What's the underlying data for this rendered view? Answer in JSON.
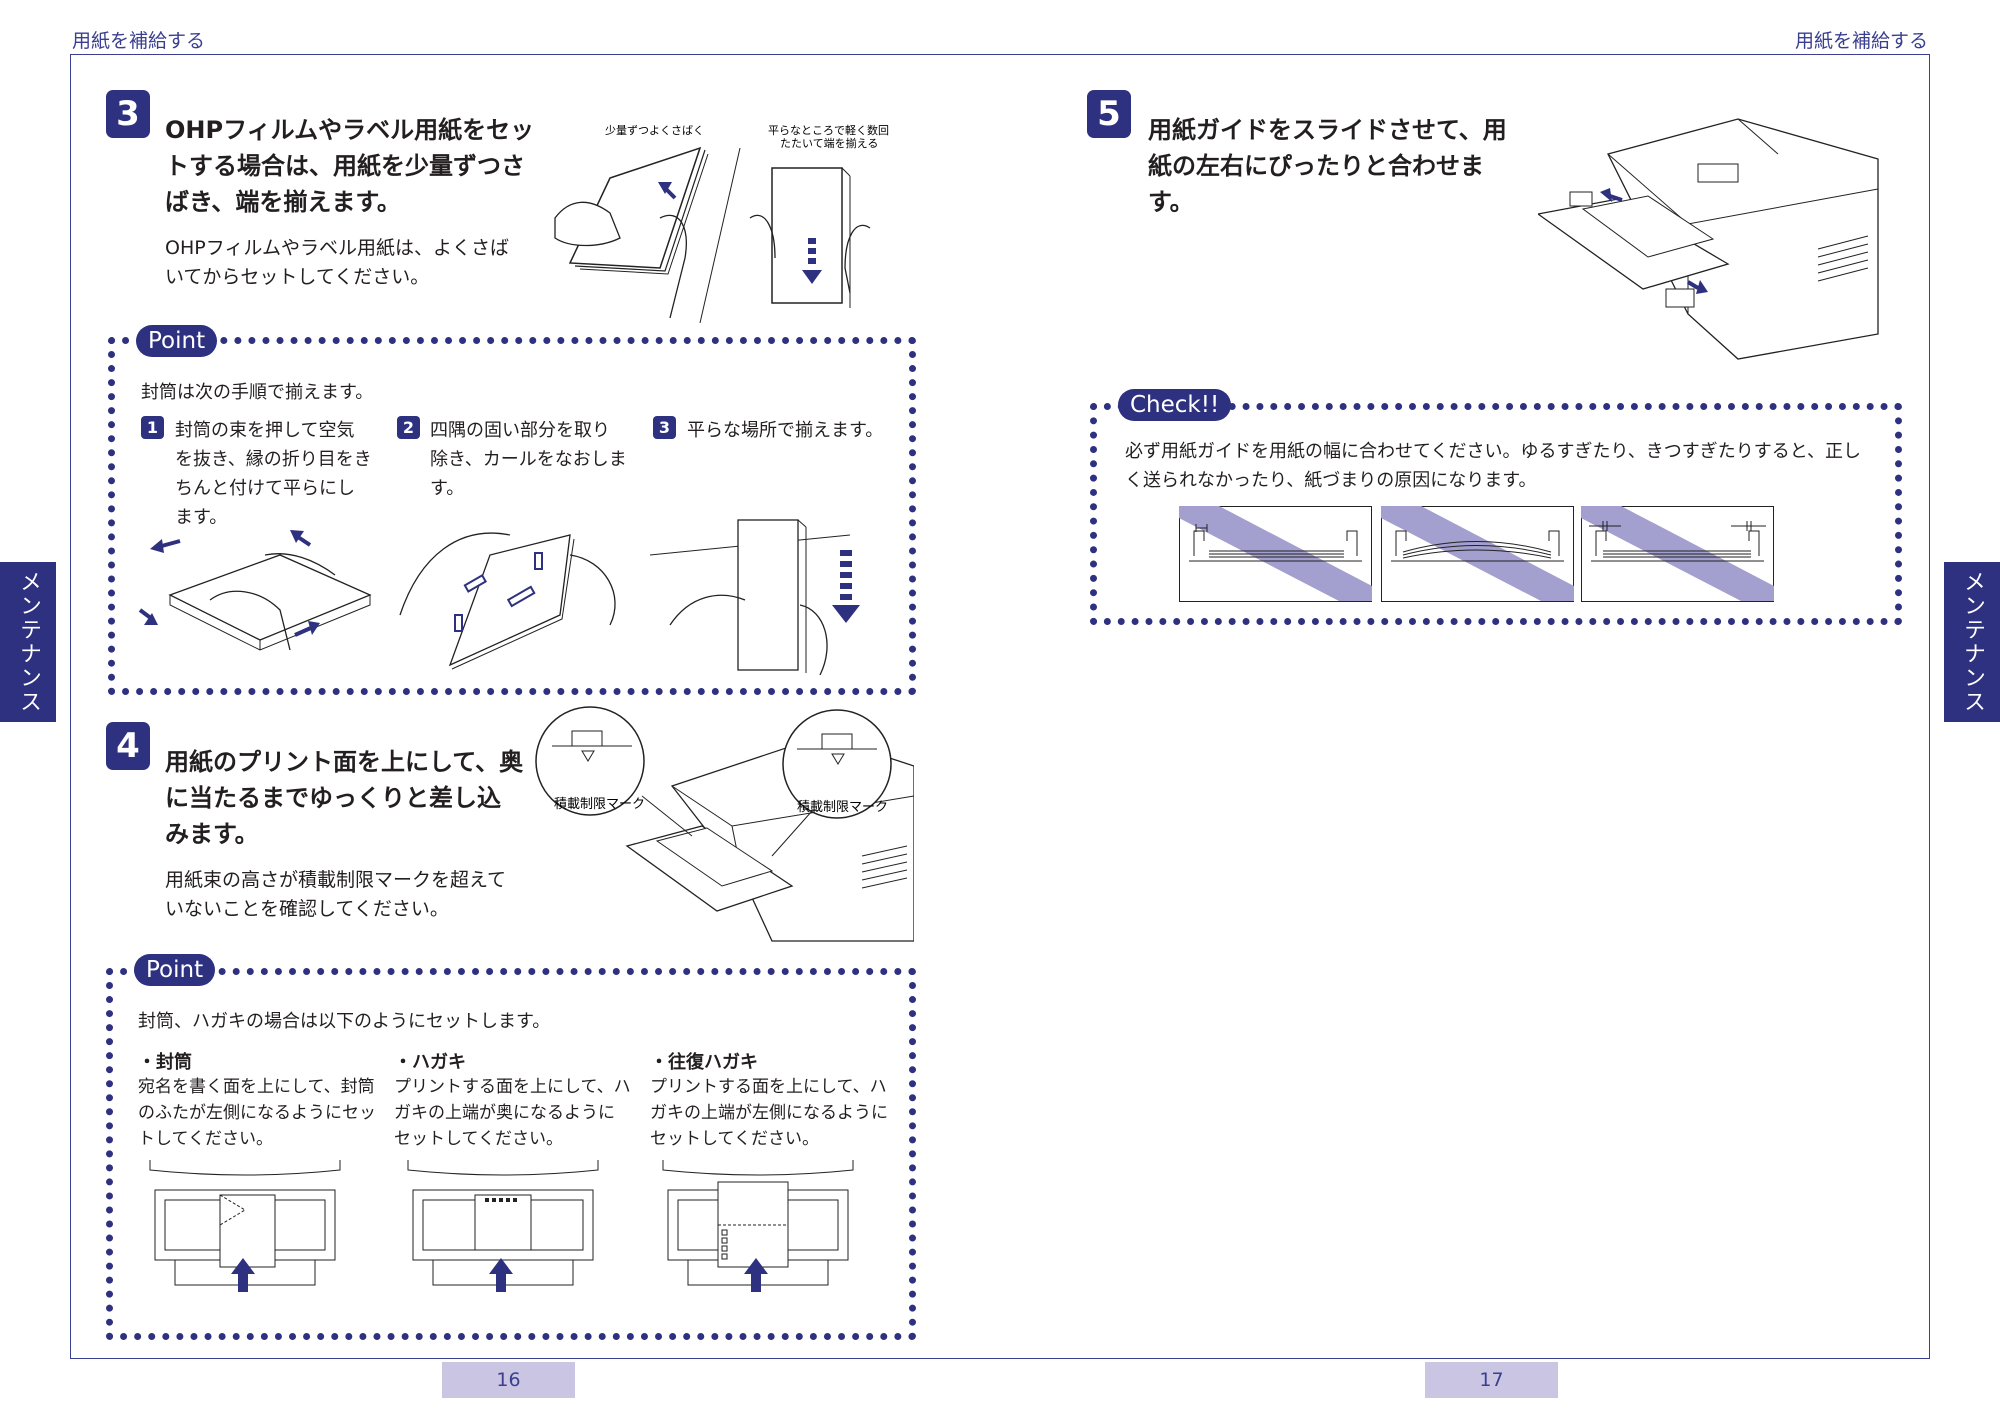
{
  "header": {
    "left": "用紙を補給する",
    "right": "用紙を補給する"
  },
  "side_tab": {
    "left": "メンテナンス",
    "right": "メンテナンス"
  },
  "page_numbers": {
    "left": "16",
    "right": "17"
  },
  "step3": {
    "number": "3",
    "title_lines": [
      "OHPフィルムやラベル用紙をセッ",
      "トする場合は、用紙を少量ずつさ",
      "ばき、端を揃えます。"
    ],
    "sub_lines": [
      "OHPフィルムやラベル用紙は、よくさば",
      "いてからセットしてください。"
    ],
    "fig_captions": [
      "少量ずつよくさばく",
      "平らなところで軽く数回",
      "たたいて端を揃える"
    ]
  },
  "point1": {
    "badge": "Point",
    "intro": "封筒は次の手順で揃えます。",
    "items": [
      {
        "num": "1",
        "lines": [
          "封筒の束を押して空気",
          "を抜き、縁の折り目をき",
          "ちんと付けて平らにし",
          "ます。"
        ]
      },
      {
        "num": "2",
        "lines": [
          "四隅の固い部分を取り",
          "除き、カールをなおしま",
          "す。"
        ]
      },
      {
        "num": "3",
        "lines": [
          "平らな場所で揃えます。"
        ]
      }
    ]
  },
  "step4": {
    "number": "4",
    "title_lines": [
      "用紙のプリント面を上にして、奥",
      "に当たるまでゆっくりと差し込",
      "みます。"
    ],
    "sub_lines": [
      "用紙束の高さが積載制限マークを超えて",
      "いないことを確認してください。"
    ],
    "fig_captions": [
      "積載制限マーク",
      "積載制限マーク"
    ]
  },
  "point2": {
    "badge": "Point",
    "intro": "封筒、ハガキの場合は以下のようにセットします。",
    "items": [
      {
        "head": "・封筒",
        "lines": [
          "宛名を書く面を上にして、封筒",
          "のふたが左側になるようにセッ",
          "トしてください。"
        ]
      },
      {
        "head": "・ハガキ",
        "lines": [
          "プリントする面を上にして、ハ",
          "ガキの上端が奥になるように",
          "セットしてください。"
        ]
      },
      {
        "head": "・往復ハガキ",
        "lines": [
          "プリントする面を上にして、ハ",
          "ガキの上端が左側になるように",
          "セットしてください。"
        ]
      }
    ]
  },
  "step5": {
    "number": "5",
    "title_lines": [
      "用紙ガイドをスライドさせて、用",
      "紙の左右にぴったりと合わせま",
      "す。"
    ]
  },
  "check": {
    "badge": "Check!!",
    "lines": [
      "必ず用紙ガイドを用紙の幅に合わせてください。ゆるすぎたり、きつすぎたりすると、正し",
      "く送られなかったり、紙づまりの原因になります。"
    ]
  },
  "colors": {
    "accent": "#2e3180",
    "tab_bg": "#c9c5e2",
    "stripe": "#a39fcf"
  }
}
